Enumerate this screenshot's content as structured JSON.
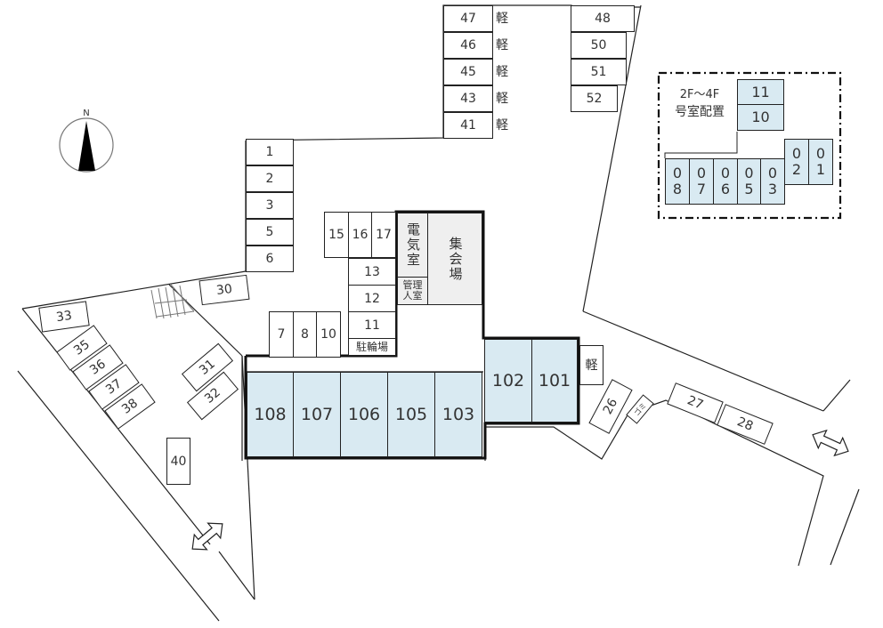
{
  "diagram": {
    "type": "site-parking-plan",
    "compass": {
      "label": "N"
    },
    "parking_top_left": [
      {
        "no": "47",
        "note": "軽"
      },
      {
        "no": "46",
        "note": "軽"
      },
      {
        "no": "45",
        "note": "軽"
      },
      {
        "no": "43",
        "note": "軽"
      },
      {
        "no": "41",
        "note": "軽"
      }
    ],
    "parking_top_right": [
      "48",
      "50",
      "51",
      "52"
    ],
    "parking_left_column": [
      "1",
      "2",
      "3",
      "5",
      "6"
    ],
    "parking_row_15_17": [
      "15",
      "16",
      "17"
    ],
    "parking_column_11_13": [
      "13",
      "12",
      "11"
    ],
    "parking_row_7_10": [
      "7",
      "8",
      "10"
    ],
    "bicycle_parking": "駐輪場",
    "electric_room": "電気室",
    "meeting_hall": "集会場",
    "manager_room": "管理人室",
    "ground_units": [
      "108",
      "107",
      "106",
      "105",
      "103",
      "102",
      "101"
    ],
    "kei_spot_right": "軽",
    "west_parking": [
      "30",
      "33",
      "35",
      "36",
      "37",
      "38",
      "31",
      "32",
      "40"
    ],
    "east_parking": [
      "26",
      "27",
      "28"
    ],
    "garbage": "ゴミ",
    "upper_floor_inset": {
      "title_line1": "2F～4F",
      "title_line2": "号室配置",
      "rooms_top": [
        "11",
        "10"
      ],
      "rooms_bottom": [
        {
          "d1": "0",
          "d2": "8"
        },
        {
          "d1": "0",
          "d2": "7"
        },
        {
          "d1": "0",
          "d2": "6"
        },
        {
          "d1": "0",
          "d2": "5"
        },
        {
          "d1": "0",
          "d2": "3"
        }
      ],
      "rooms_right": [
        {
          "d1": "0",
          "d2": "2"
        },
        {
          "d1": "0",
          "d2": "1"
        }
      ]
    },
    "colors": {
      "unit_fill": "#d9eaf2",
      "facility_fill": "#efefef",
      "line": "#222222"
    }
  }
}
